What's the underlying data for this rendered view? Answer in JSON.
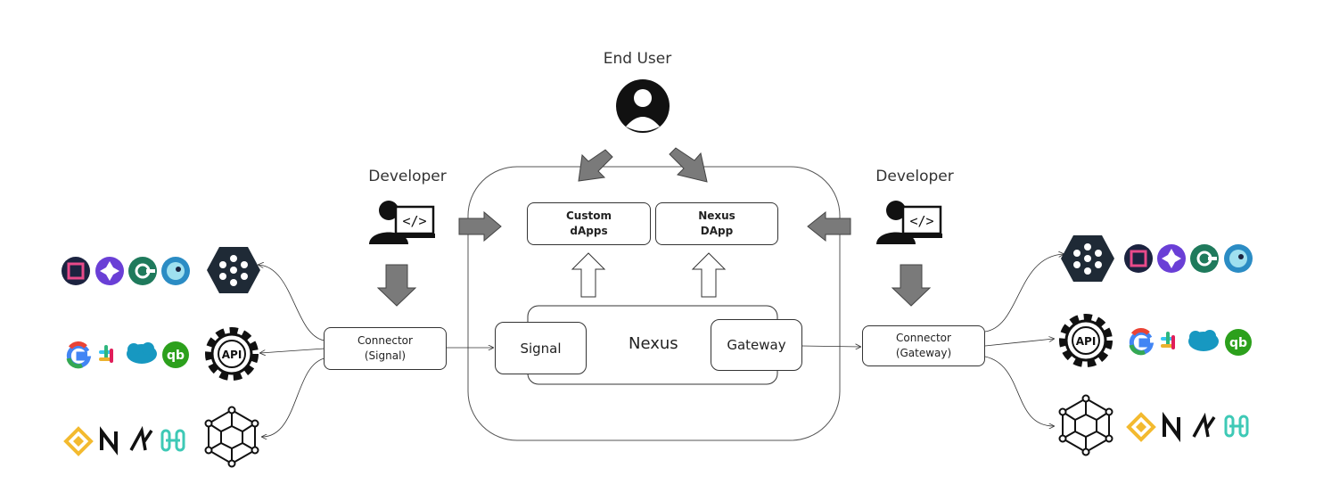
{
  "end_user": {
    "label": "End User"
  },
  "developer_left": {
    "label": "Developer"
  },
  "developer_right": {
    "label": "Developer"
  },
  "apps": {
    "custom": {
      "line1": "Custom",
      "line2": "dApps"
    },
    "nexus_dapp": {
      "line1": "Nexus",
      "line2": "DApp"
    }
  },
  "core": {
    "nexus": "Nexus",
    "signal": "Signal",
    "gateway": "Gateway"
  },
  "connector_left": {
    "line1": "Connector",
    "line2": "(Signal)"
  },
  "connector_right": {
    "line1": "Connector",
    "line2": "(Gateway)"
  },
  "icons": {
    "hub": "hexagon-node-hub-icon",
    "api": "api-gear-icon",
    "blockchain": "blockchain-cube-icon",
    "developer": "developer-code-icon",
    "user": "user-avatar-icon",
    "row1": [
      "chain-logo-1-icon",
      "chain-logo-2-icon",
      "chain-logo-3-icon",
      "chain-logo-4-icon"
    ],
    "row2": [
      "google-icon",
      "slack-icon",
      "salesforce-icon",
      "quickbooks-icon"
    ],
    "row3": [
      "bnb-icon",
      "near-icon",
      "arweave-icon",
      "hedera-icon"
    ]
  },
  "colors": {
    "arrow_fill": "#7a7a7a",
    "line": "#333333",
    "google_blue": "#4285F4",
    "google_red": "#EA4335",
    "google_yellow": "#FBBC05",
    "google_green": "#34A853",
    "salesforce": "#1798c1",
    "quickbooks": "#2ca01c",
    "bnb": "#F3BA2F",
    "hedera": "#3ec9b6",
    "purple": "#6a3fd6",
    "teal": "#1f7a5c",
    "sky": "#2b8cc4",
    "navy": "#1c2340"
  }
}
